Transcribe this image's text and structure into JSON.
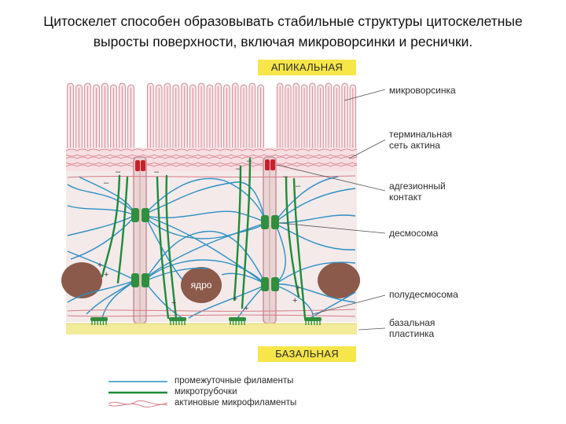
{
  "title": {
    "line1": "Цитоскелет способен образовывать стабильные структуры цитоскелетные",
    "line2": "выросты поверхности, включая  микроворсинки и реснички."
  },
  "regions": {
    "apical": "АПИКАЛЬНАЯ",
    "basal": "БАЗАЛЬНАЯ"
  },
  "labels": {
    "microvillus": "микроворсинка",
    "terminal_web_1": "терминальная",
    "terminal_web_2": "сеть актина",
    "adhesion_1": "адгезионный",
    "adhesion_2": "контакт",
    "desmosome": "десмосома",
    "hemidesmosome": "полудесмосома",
    "basal_lamina_1": "базальная",
    "basal_lamina_2": "пластинка",
    "nucleus": "ядро"
  },
  "legend": [
    {
      "label": "промежуточные филаменты",
      "color": "#2a8fc4"
    },
    {
      "label": "микротрубочки",
      "color": "#1f8a3a"
    },
    {
      "label": "актиновые микрофиламенты",
      "color": "#d77a86"
    }
  ],
  "colors": {
    "apical_band": "#f7e64a",
    "cell_fill": "#f4eaea",
    "membrane": "#c98f98",
    "nucleus": "#8c5a4a",
    "basal_lamina": "#f3ea9a",
    "adhesion": "#c8202a",
    "desmosome": "#2f8f3c"
  },
  "signs": {
    "minus": "–",
    "plus": "+"
  }
}
